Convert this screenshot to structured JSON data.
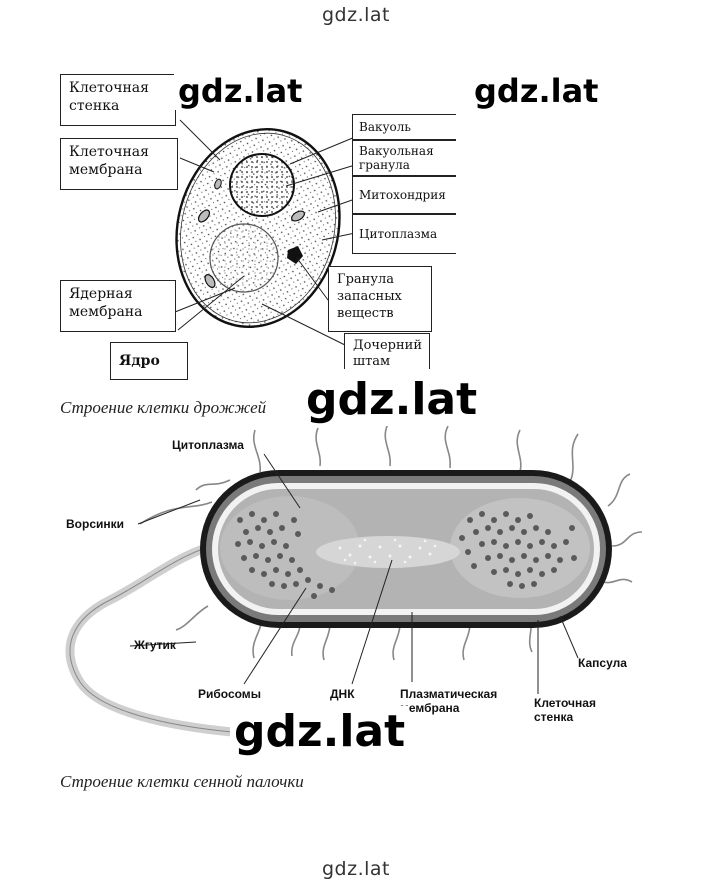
{
  "site": {
    "header": "gdz.lat",
    "footer": "gdz.lat"
  },
  "watermarks": [
    "gdz.lat",
    "gdz.lat",
    "gdz.lat",
    "gdz.lat"
  ],
  "yeast": {
    "caption": "Строение клетки дрожжей",
    "labels": {
      "cell_wall": "Клеточная стенка",
      "cell_membrane": "Клеточная мембрана",
      "nuclear_membrane": "Ядерная мембрана",
      "nucleus": "Ядро",
      "vacuole": "Вакуоль",
      "vacuolar_granule": "Вакуольная гранула",
      "mitochondrion": "Митохондрия",
      "cytoplasm": "Цитоплазма",
      "storage_granule": "Гранула запасных веществ",
      "daughter_strain": "Дочерний штам"
    }
  },
  "bacillus": {
    "caption": "Строение клетки сенной палочки",
    "labels": {
      "cytoplasm": "Цитоплазма",
      "villi": "Ворсинки",
      "flagellum": "Жгутик",
      "ribosomes": "Рибосомы",
      "dna": "ДНК",
      "plasma_membrane": "Плазматическая мембрана",
      "cell_wall": "Клеточная стенка",
      "capsule": "Капсула"
    }
  }
}
